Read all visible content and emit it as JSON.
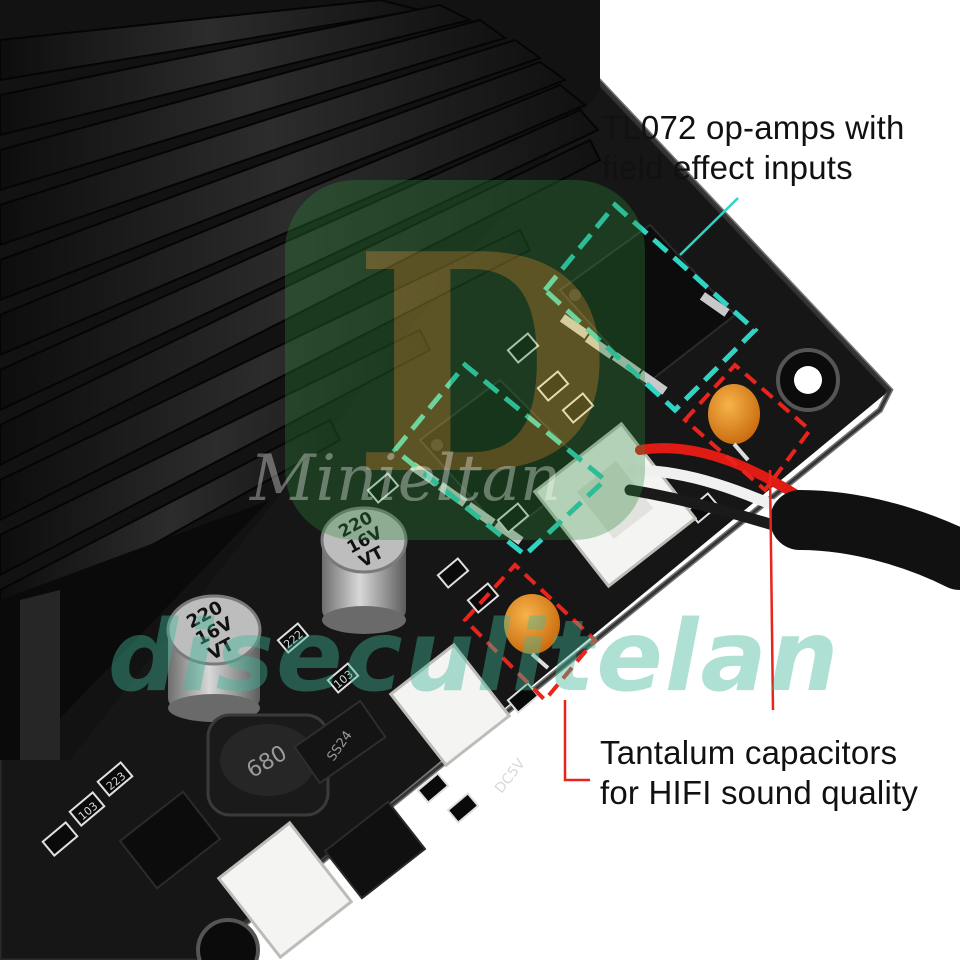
{
  "captions": {
    "top": {
      "line1": "TL072 op-amps with",
      "line2": "field effect inputs"
    },
    "bottom": {
      "line1": "Tantalum capacitors",
      "line2": "for HIFI sound quality"
    }
  },
  "board_markings": {
    "cap1": {
      "line1": "220",
      "line2": "16V",
      "line3": "VT"
    },
    "cap2": {
      "line1": "220",
      "line2": "16V",
      "line3": "VT"
    },
    "inductor": "680",
    "diode": "SS24",
    "connector": "DC5V",
    "r1": "223",
    "r2": "103",
    "r3": "222",
    "r4": "103"
  },
  "watermarks": {
    "logo": "D",
    "script": "Minieltan",
    "wide": "diseculitelan"
  },
  "colors": {
    "opamp_highlight": "#2fd4c4",
    "capacitor_highlight": "#e8241c",
    "pcb": "#161616",
    "heatsink": "#1d1d1d",
    "watermark_green": "#2e8b3a"
  }
}
